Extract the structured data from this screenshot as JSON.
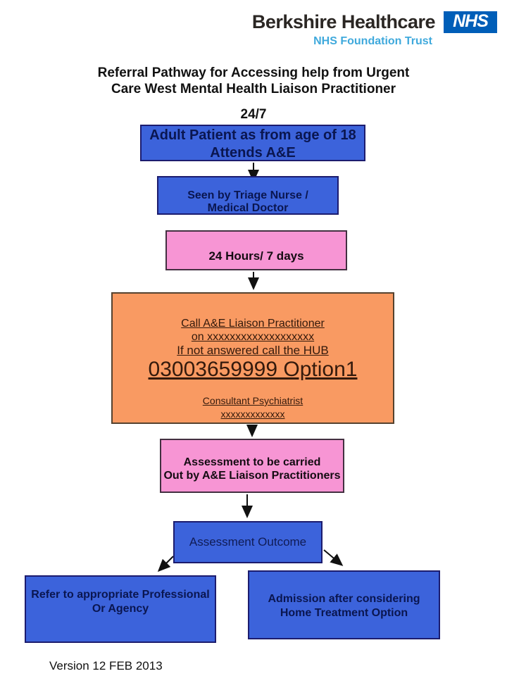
{
  "header": {
    "org_name": "Berkshire Healthcare",
    "nhs_logo": "NHS",
    "descriptor": "NHS Foundation Trust"
  },
  "title": {
    "line1": "Referral Pathway for Accessing help from  Urgent",
    "line2": "Care  West  Mental Health Liaison Practitioner",
    "line3": "24/7"
  },
  "boxes": {
    "adult": {
      "line1": "Adult Patient as from age of 18",
      "line2": "Attends A&E"
    },
    "triage": {
      "line1": "Seen by Triage Nurse /",
      "line2": "Medical Doctor"
    },
    "hours": {
      "line1": "24 Hours/ 7 days"
    },
    "call_hub": {
      "line1": "Call A&E Liaison Practitioner",
      "line2": "on xxxxxxxxxxxxxxxxxxx",
      "line3": "If not answered call the HUB",
      "line4": "03003659999 Option1",
      "line5": "Consultant Psychiatrist",
      "line6": "xxxxxxxxxxxxx"
    },
    "assessment": {
      "line1": "Assessment to be carried",
      "line2": "Out by A&E Liaison Practitioners"
    },
    "outcome": {
      "line1": "Assessment Outcome"
    },
    "refer": {
      "line1": "Refer to appropriate Professional",
      "line2": "Or Agency"
    },
    "admission": {
      "line1": "Admission after considering",
      "line2": "Home Treatment Option"
    }
  },
  "footer": {
    "version": "Version 12 FEB 2013"
  },
  "colors": {
    "nhs_blue": "#005EB8",
    "descriptor_blue": "#3FA9DC",
    "box_blue": "#3C63DB",
    "box_pink": "#F795D4",
    "box_orange": "#F99A62"
  }
}
